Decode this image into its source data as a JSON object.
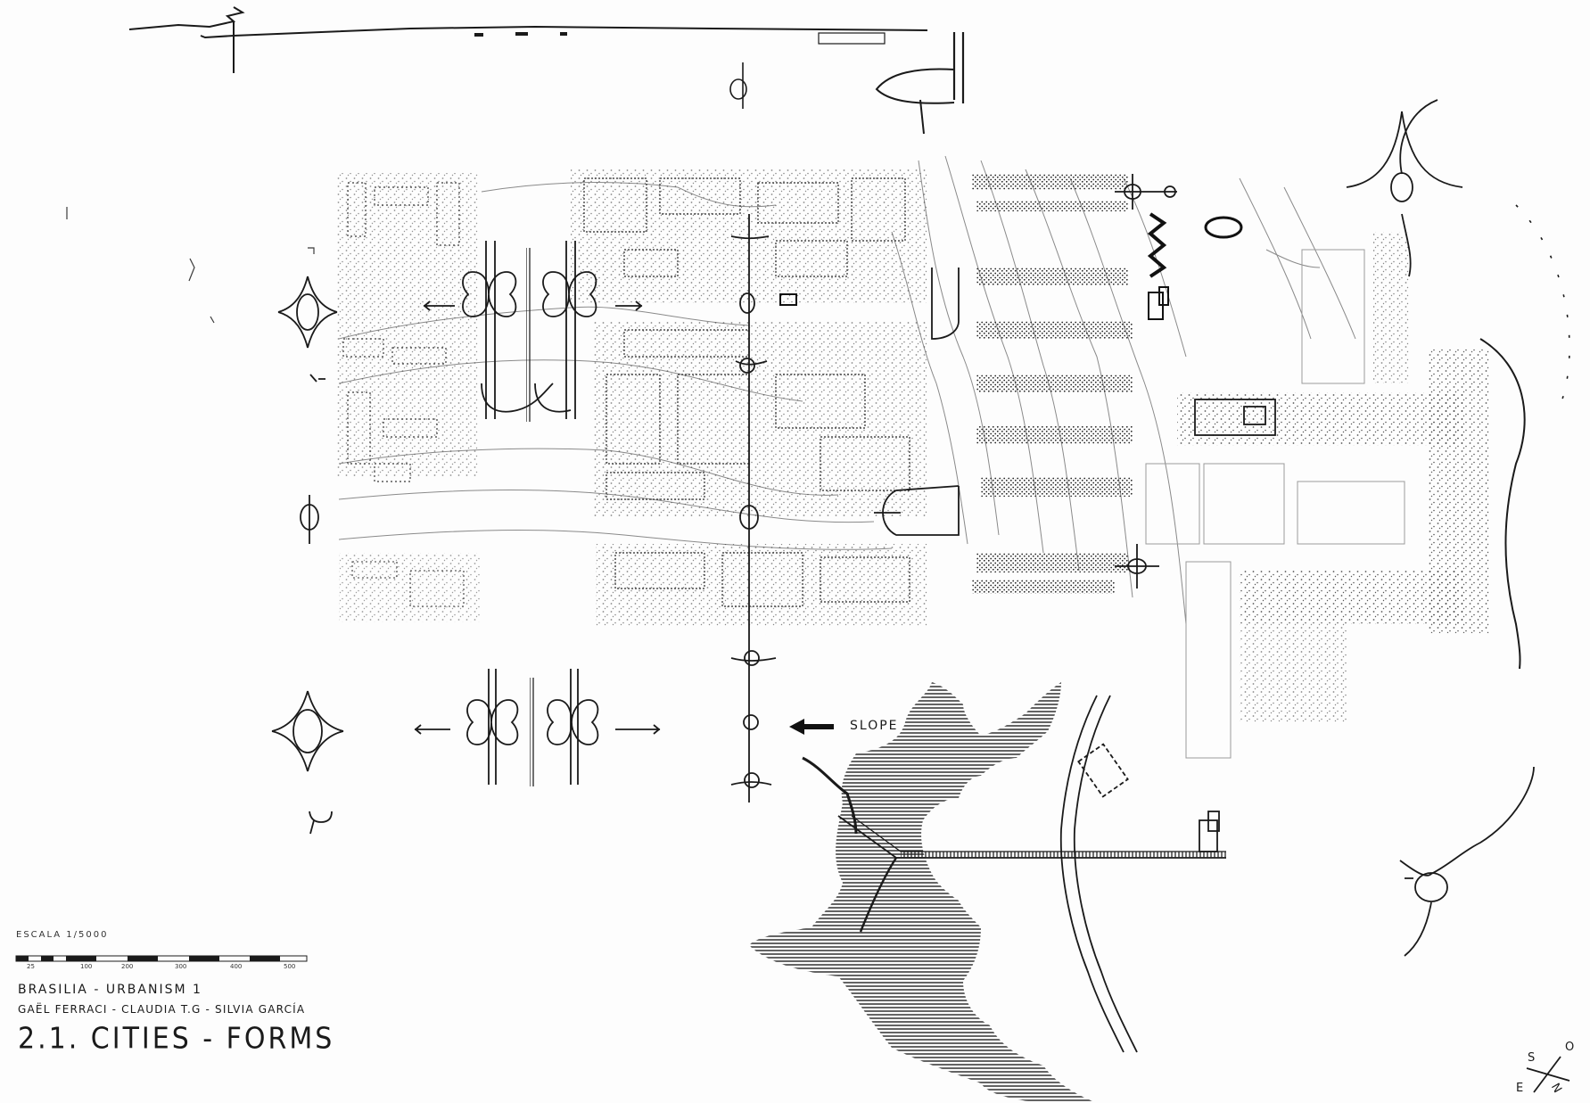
{
  "drawing": {
    "scale_label": "ESCALA 1/5000",
    "scale_ticks": [
      "25",
      "100",
      "200",
      "300",
      "400",
      "500"
    ],
    "title_line_1": "BRASILIA - URBANISM 1",
    "title_line_2": "GAËL FERRACI - CLAUDIA T.G - SILVIA GARCÍA",
    "title_line_3": "2.1. CITIES - FORMS",
    "slope_label": "SLOPE"
  },
  "compass": {
    "s": "S",
    "o": "O",
    "e": "E",
    "n": "N"
  },
  "colors": {
    "ink": "#1a1a1a",
    "pencil": "#8a8a8a",
    "stipple": "#3a3a3a",
    "paper": "#fdfdfd"
  }
}
